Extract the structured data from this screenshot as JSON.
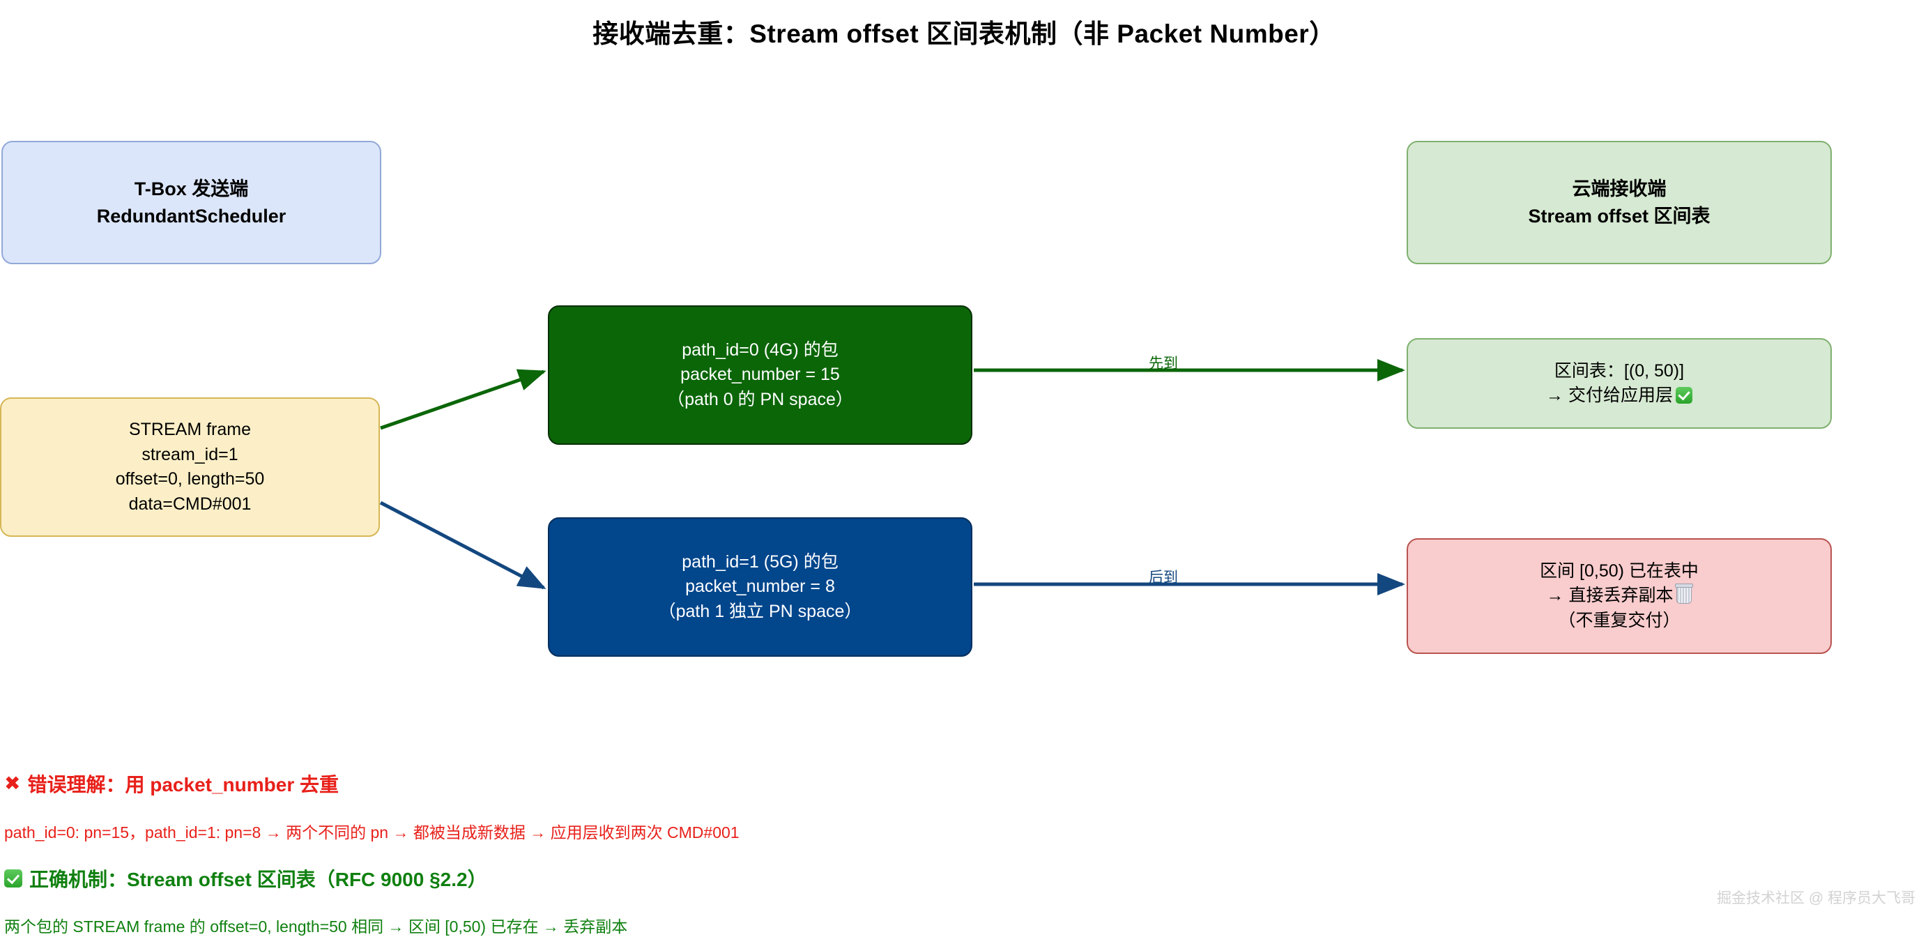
{
  "title": "接收端去重：Stream offset 区间表机制（非 Packet Number）",
  "nodes": {
    "sender": {
      "line1": "T-Box 发送端",
      "line2": "RedundantScheduler",
      "fill": "#DCE6FA",
      "stroke": "#92A8D8"
    },
    "stream_frame": {
      "line1": "STREAM frame",
      "line2": "stream_id=1",
      "line3": "offset=0, length=50",
      "line4": "data=CMD#001",
      "fill": "#FCEFC7",
      "stroke": "#D6B656"
    },
    "path0": {
      "line1": "path_id=0 (4G) 的包",
      "line2": "packet_number = 15",
      "line3": "（path 0 的 PN space）",
      "fill": "#0B6608",
      "text_color": "#FFFFFF"
    },
    "path1": {
      "line1": "path_id=1 (5G) 的包",
      "line2": "packet_number = 8",
      "line3": "（path 1 独立 PN space）",
      "fill": "#02468C",
      "text_color": "#FFFFFF"
    },
    "receiver": {
      "line1": "云端接收端",
      "line2": "Stream offset 区间表",
      "fill": "#D6E9D2",
      "stroke": "#7FB06F"
    },
    "accept": {
      "line1": "区间表：[(0, 50)]",
      "line2": "→ 交付给应用层",
      "icon": "check-mark-button-icon",
      "fill": "#D6E9D2",
      "stroke": "#7FB06F"
    },
    "discard": {
      "line1": "区间 [0,50) 已在表中",
      "line2": "→ 直接丢弃副本",
      "line3": "（不重复交付）",
      "icon": "wastebasket-icon",
      "fill": "#F9CCCD",
      "stroke": "#B85450"
    }
  },
  "edges": {
    "sender_to_path0": {
      "label": "",
      "color": "#0B6608"
    },
    "sender_to_path1": {
      "label": "",
      "color": "#13477F"
    },
    "path0_to_accept": {
      "label": "先到",
      "color": "#0B6608"
    },
    "path1_to_discard": {
      "label": "后到",
      "color": "#13477F"
    }
  },
  "notes": {
    "wrong": {
      "icon": "cross-mark-icon",
      "heading": "错误理解：用 packet_number 去重",
      "body": "path_id=0: pn=15，path_id=1: pn=8 → 两个不同的 pn → 都被当成新数据 → 应用层收到两次 CMD#001",
      "color": "#E8201A"
    },
    "right": {
      "icon": "check-mark-button-icon",
      "heading": "正确机制：Stream offset 区间表（RFC 9000 §2.2）",
      "body": "两个包的 STREAM frame 的 offset=0, length=50 相同 → 区间 [0,50) 已存在 → 丢弃副本",
      "color": "#108010"
    }
  },
  "watermark": "掘金技术社区 @ 程序员大飞哥"
}
